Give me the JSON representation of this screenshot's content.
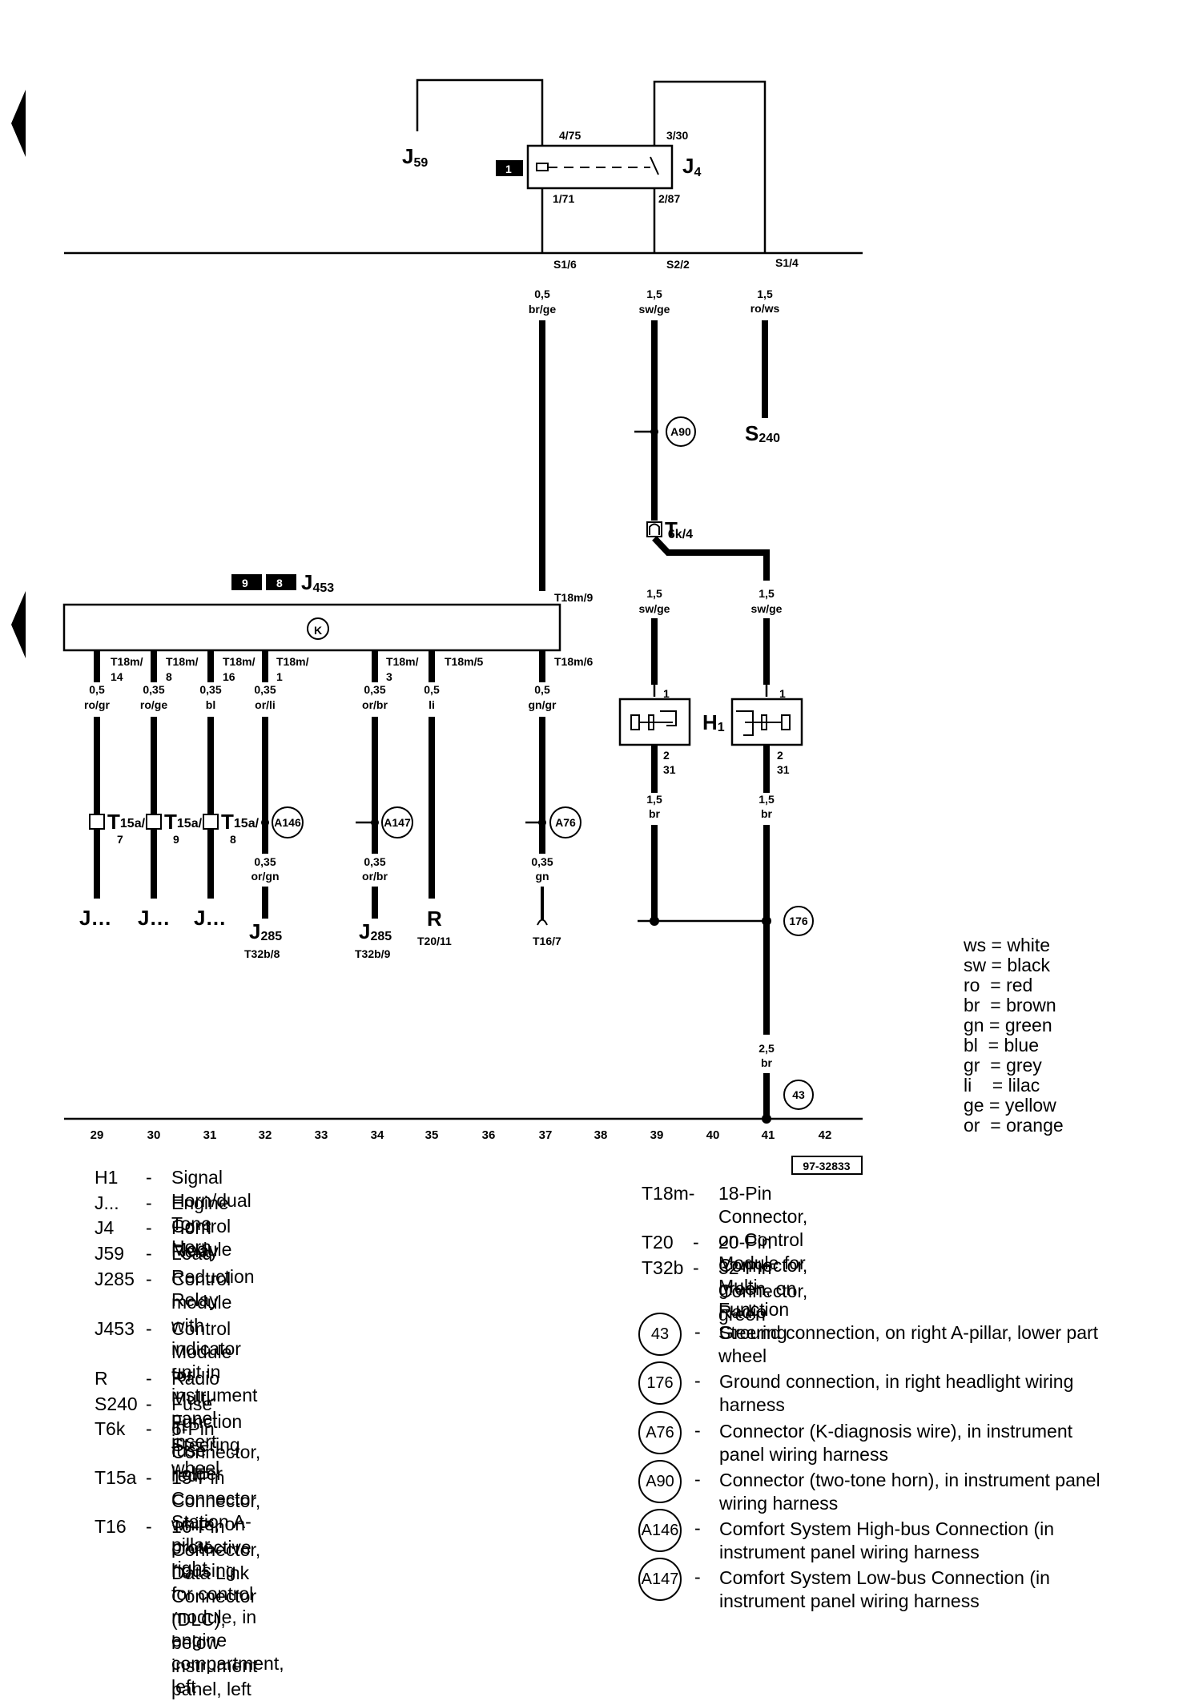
{
  "diagram": {
    "components": {
      "j59": "J",
      "j59_sub": "59",
      "j4": "J",
      "j4_sub": "4",
      "s240": "S",
      "s240_sub": "240",
      "h1": "H",
      "h1_sub": "1",
      "j453": "J",
      "j453_sub": "453",
      "k_symbol": "K",
      "box_1": "1",
      "box_9": "9",
      "box_8": "8",
      "j_dots_1": "J…",
      "j_dots_2": "J…",
      "j_dots_3": "J…",
      "j285_a": "J",
      "j285_a_sub": "285",
      "j285_a_pin": "T32b/8",
      "j285_b": "J",
      "j285_b_sub": "285",
      "j285_b_pin": "T32b/9",
      "r": "R",
      "r_pin": "T20/11",
      "dlc_pin": "T16/7",
      "t6k": "T",
      "t6k_sub": "6k/4",
      "t15a_1": "T",
      "t15a_1_sub": "15a/",
      "t15a_1_pin": "7",
      "t15a_2": "T",
      "t15a_2_sub": "15a/",
      "t15a_2_pin": "9",
      "t15a_3": "T",
      "t15a_3_sub": "15a/",
      "t15a_3_pin": "8",
      "doc_number": "97-32833"
    },
    "relay_pins": {
      "p4_75": "4/75",
      "p3_30": "3/30",
      "p1_71": "1/71",
      "p2_87": "2/87"
    },
    "busbar_pins": {
      "s1_6": "S1/6",
      "s2_2": "S2/2",
      "s1_4": "S1/4"
    },
    "wires": {
      "w1": [
        "0,5",
        "br/ge"
      ],
      "w2": [
        "1,5",
        "sw/ge"
      ],
      "w3": [
        "1,5",
        "ro/ws"
      ],
      "w4": [
        "1,5",
        "sw/ge"
      ],
      "w5": [
        "1,5",
        "sw/ge"
      ],
      "w6": [
        "1,5",
        "br"
      ],
      "w7": [
        "1,5",
        "br"
      ],
      "w8": [
        "2,5",
        "br"
      ],
      "c29": [
        "0,5",
        "ro/gr"
      ],
      "c30": [
        "0,35",
        "ro/ge"
      ],
      "c31": [
        "0,35",
        "bl"
      ],
      "c32": [
        "0,35",
        "or/li"
      ],
      "c32b": [
        "0,35",
        "or/gn"
      ],
      "c34": [
        "0,35",
        "or/br"
      ],
      "c34b": [
        "0,35",
        "or/br"
      ],
      "c35": [
        "0,5",
        "li"
      ],
      "c37": [
        "0,5",
        "gn/gr"
      ],
      "c37b": [
        "0,35",
        "gn"
      ]
    },
    "module_pins": {
      "t18m9": "T18m/9",
      "p29": [
        "T18m/",
        "14"
      ],
      "p30": [
        "T18m/",
        "8"
      ],
      "p31": [
        "T18m/",
        "16"
      ],
      "p32": [
        "T18m/",
        "1"
      ],
      "p34": [
        "T18m/",
        "3"
      ],
      "p35": "T18m/5",
      "p37": "T18m/6"
    },
    "horn_pins": {
      "h_left_1": "1",
      "h_left_2": "2",
      "h_left_31": "31",
      "h_right_1": "1",
      "h_right_2": "2",
      "h_right_31": "31"
    },
    "connectors": {
      "a90": "A90",
      "a146": "A146",
      "a147": "A147",
      "a76": "A76",
      "g176": "176",
      "g43": "43"
    },
    "columns": [
      "29",
      "30",
      "31",
      "32",
      "33",
      "34",
      "35",
      "36",
      "37",
      "38",
      "39",
      "40",
      "41",
      "42"
    ]
  },
  "color_key": [
    {
      "abbr": "ws",
      "color": "white"
    },
    {
      "abbr": "sw",
      "color": "black"
    },
    {
      "abbr": "ro",
      "color": "red"
    },
    {
      "abbr": "br",
      "color": "brown"
    },
    {
      "abbr": "gn",
      "color": "green"
    },
    {
      "abbr": "bl",
      "color": "blue"
    },
    {
      "abbr": "gr",
      "color": "grey"
    },
    {
      "abbr": "li",
      "color": "lilac"
    },
    {
      "abbr": "ge",
      "color": "yellow"
    },
    {
      "abbr": "or",
      "color": "orange"
    }
  ],
  "legend_left": [
    {
      "code": "H1",
      "dash": "-",
      "desc": "Signal Horn/dual Tone Horn"
    },
    {
      "code": "J...",
      "dash": "-",
      "desc": "Engine Control Module"
    },
    {
      "code": "J4",
      "dash": "-",
      "desc": "Horn Relay"
    },
    {
      "code": "J59",
      "dash": "-",
      "desc": "Load Reduction Relay"
    },
    {
      "code": "J285",
      "dash": "-",
      "desc": "Control module with indicator unit in instrument\npanel insert"
    },
    {
      "code": "J453",
      "dash": "-",
      "desc": "Control Module for Multi-Function Steering\nwheel"
    },
    {
      "code": "R",
      "dash": "-",
      "desc": "Radio"
    },
    {
      "code": "S240",
      "dash": "-",
      "desc": "Fuse in fuse holder"
    },
    {
      "code": "T6k",
      "dash": "-",
      "desc": "6-Pin Connector, red, Connector Station A-pillar,\nright"
    },
    {
      "code": "T15a",
      "dash": "-",
      "desc": "15-Pin Connector, white, on protective housing\nfor control module, in engine compartment, left"
    },
    {
      "code": "T16",
      "dash": "-",
      "desc": "16-Pin Connector, Data Link Connector (DLC),\nbelow instrument panel, left"
    }
  ],
  "legend_right": [
    {
      "code": "T18m-",
      "dash": "",
      "desc": "18-Pin Connector, on Control Module for\nMulti-Function Steering wheel"
    },
    {
      "code": "T20",
      "dash": "-",
      "desc": "20-Pin Connector, green, on Radio"
    },
    {
      "code": "T32b",
      "dash": "-",
      "desc": "32-Pin Connector, green"
    }
  ],
  "legend_circles": [
    {
      "code": "43",
      "dash": "-",
      "desc": "Ground connection, on right A-pillar, lower part"
    },
    {
      "code": "176",
      "dash": "-",
      "desc": "Ground connection, in right headlight wiring\nharness"
    },
    {
      "code": "A76",
      "dash": "-",
      "desc": "Connector (K-diagnosis wire), in instrument\npanel wiring harness"
    },
    {
      "code": "A90",
      "dash": "-",
      "desc": "Connector (two-tone horn), in instrument panel\nwiring harness"
    },
    {
      "code": "A146",
      "dash": "-",
      "desc": "Comfort System High-bus Connection (in\ninstrument panel wiring harness"
    },
    {
      "code": "A147",
      "dash": "-",
      "desc": "Comfort System Low-bus Connection (in\ninstrument panel wiring harness"
    }
  ]
}
